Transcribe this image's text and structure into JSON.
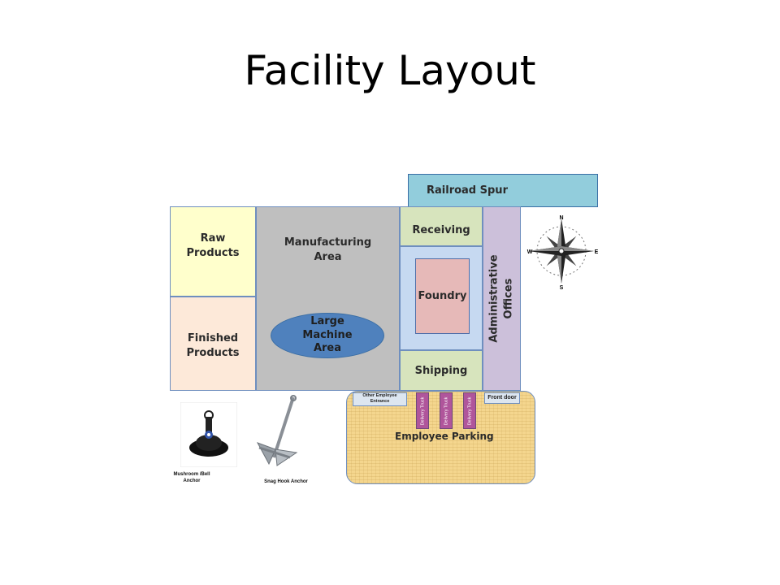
{
  "title": "Facility Layout",
  "zones": {
    "railroad": "Railroad Spur",
    "raw": "Raw\nProducts",
    "finished": "Finished\nProducts",
    "manufacturing": "Manufacturing\nArea",
    "machine": "Large\nMachine\nArea",
    "receiving": "Receiving",
    "foundry": "Foundry",
    "shipping": "Shipping",
    "admin": "Administrative\nOffices"
  },
  "parking": {
    "label": "Employee Parking",
    "other_entrance": "Other Employee\nEntrance",
    "front_door": "Front door",
    "trucks": [
      "Delivery Truck",
      "Delivery Truck",
      "Delivery Truck"
    ]
  },
  "anchors": {
    "mushroom": "Mushroom /Bell\nAnchor",
    "snag": "Snag Hook Anchor"
  },
  "compass": {
    "n": "N",
    "s": "S",
    "e": "E",
    "w": "W"
  },
  "colors": {
    "railroad": "#92cddc",
    "raw": "#ffffcc",
    "finished": "#fde9d9",
    "manufacturing": "#bfbfbf",
    "machine": "#4f81bd",
    "receiving": "#d7e4bd",
    "foundry": "#e6b9b8",
    "admin": "#ccc0da",
    "parking": "#f4d68e",
    "truck": "#b0559b"
  }
}
